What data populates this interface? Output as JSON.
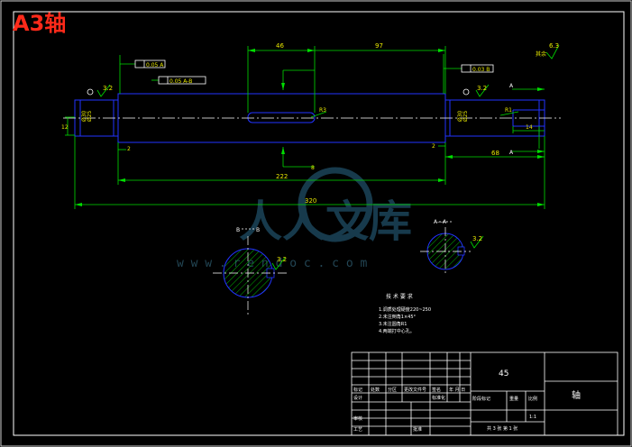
{
  "stamp": {
    "title": "A3轴",
    "color": "#ff2a1a"
  },
  "watermark": {
    "text": "人人文库",
    "url": "w w w . r e n d o c . c o m"
  },
  "dimensions": {
    "d46": "46",
    "d97": "97",
    "d222": "222",
    "d320": "320",
    "d68": "68",
    "d14": "14",
    "d2a": "2",
    "d2b": "2",
    "r3": "R3",
    "r1": "R1",
    "d12": "12",
    "d8": "8",
    "dia_left": "Ø30",
    "dia_left2": "Ø25",
    "dia_right": "Ø30",
    "dia_right2": "Ø25"
  },
  "roughness": {
    "top_right": "6.3",
    "r1": "3.2",
    "r2": "3.2",
    "sec_a": "3.2",
    "sec_b": "3.2"
  },
  "other_label": "其余",
  "tolerances": {
    "left_runout": "0.05 A",
    "left_sym": "0.05 A-B",
    "right_runout": "0.03 B"
  },
  "sections": {
    "a_label": "A",
    "a_label2": "A",
    "b_label": "B",
    "b_label2": "B",
    "sec_a_title": "A—A",
    "sec_b_title": "B—B"
  },
  "notes": {
    "heading": "技 术 要 求",
    "items": [
      "1.调质处理硬度220~250",
      "2.未注倒角1×45°",
      "3.未注圆角R1",
      "4.两端打中心孔。"
    ]
  },
  "titleblock": {
    "material": "45",
    "part_name": "轴",
    "scale_value": "1:1",
    "sheet_info": "共 3 张 第 1 张",
    "cells": {
      "mark": "标记",
      "count": "处数",
      "zone": "分区",
      "change_doc": "更改文件号",
      "sign": "签名",
      "date": "年 月 日",
      "designer": "设计",
      "standard": "标准化",
      "stage_mark": "阶段标记",
      "weight": "重量",
      "scale": "比例",
      "review": "审核",
      "process": "工艺",
      "approve": "批准"
    }
  }
}
